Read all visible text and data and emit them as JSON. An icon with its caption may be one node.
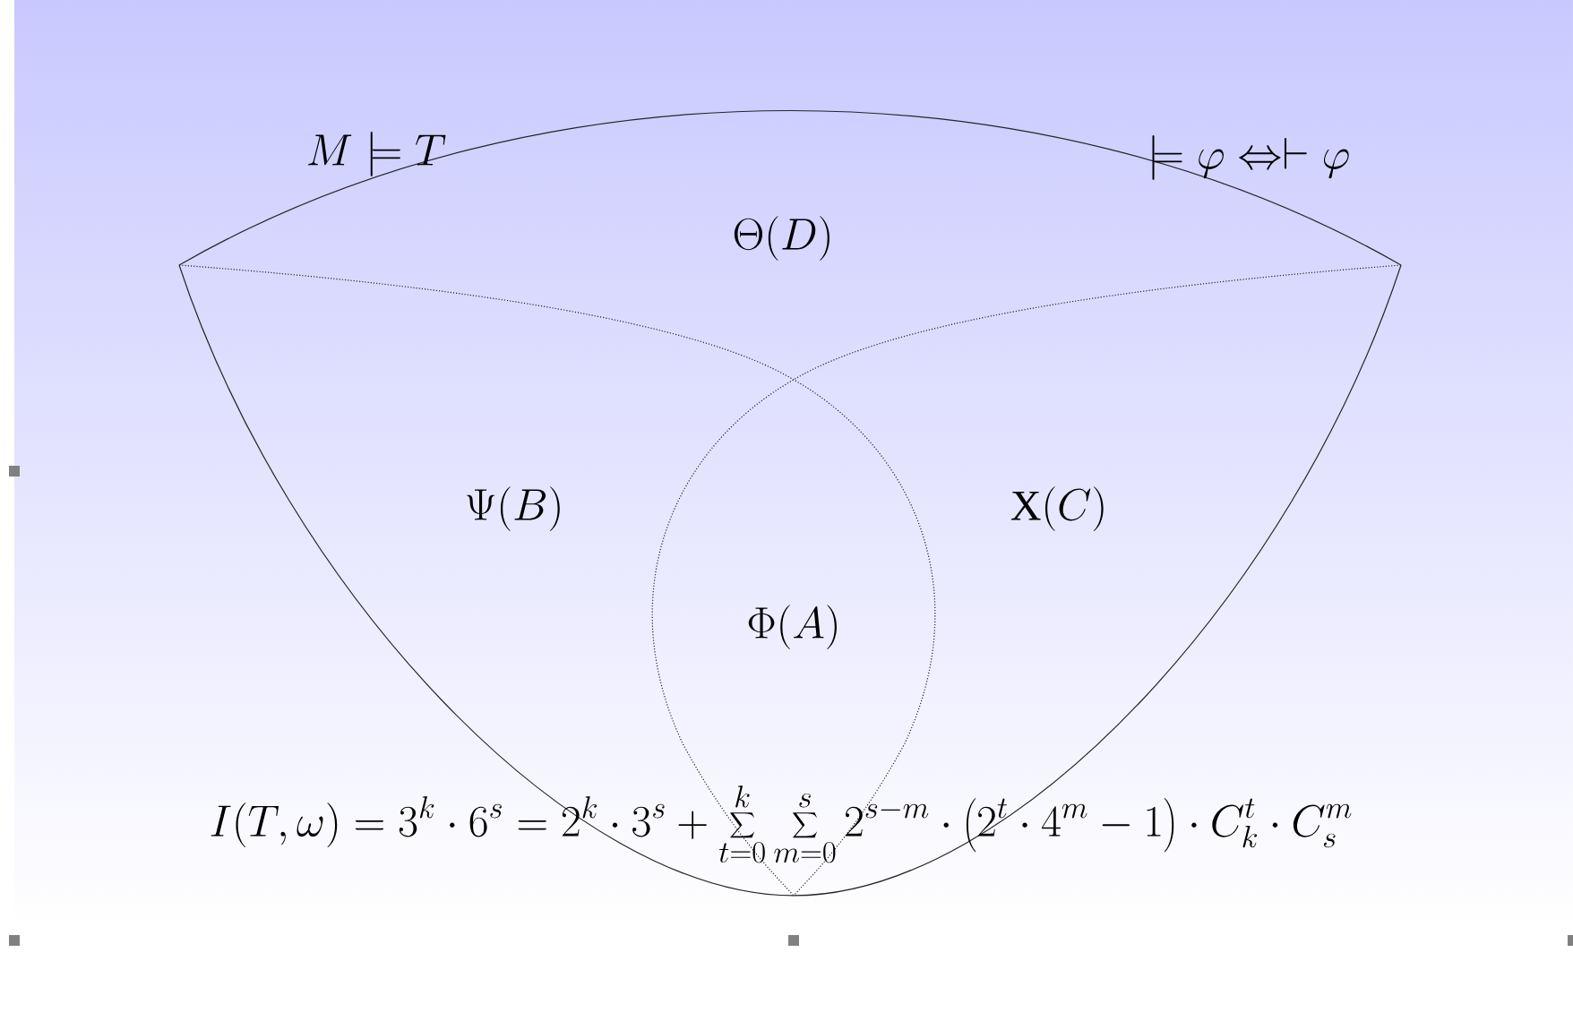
{
  "diagram": {
    "labels": [
      "M \\models T",
      "\\models \\varphi \\Leftrightarrow \\vdash \\varphi",
      "\\Theta(D)",
      "\\Psi(B)",
      "\\mathrm{X}(C)",
      "\\Phi(A)",
      "I(T,\\omega)=3^{k}\\cdot 6^{s}=2^{k}\\cdot 3^{s}+\\sum_{t=0}^{k}\\sum_{m=0}^{s}2^{s-m}\\cdot\\left(2^{t}\\cdot 4^{m}-1\\right)\\cdot C_{k}^{t}\\cdot C_{s}^{m}"
    ]
  }
}
